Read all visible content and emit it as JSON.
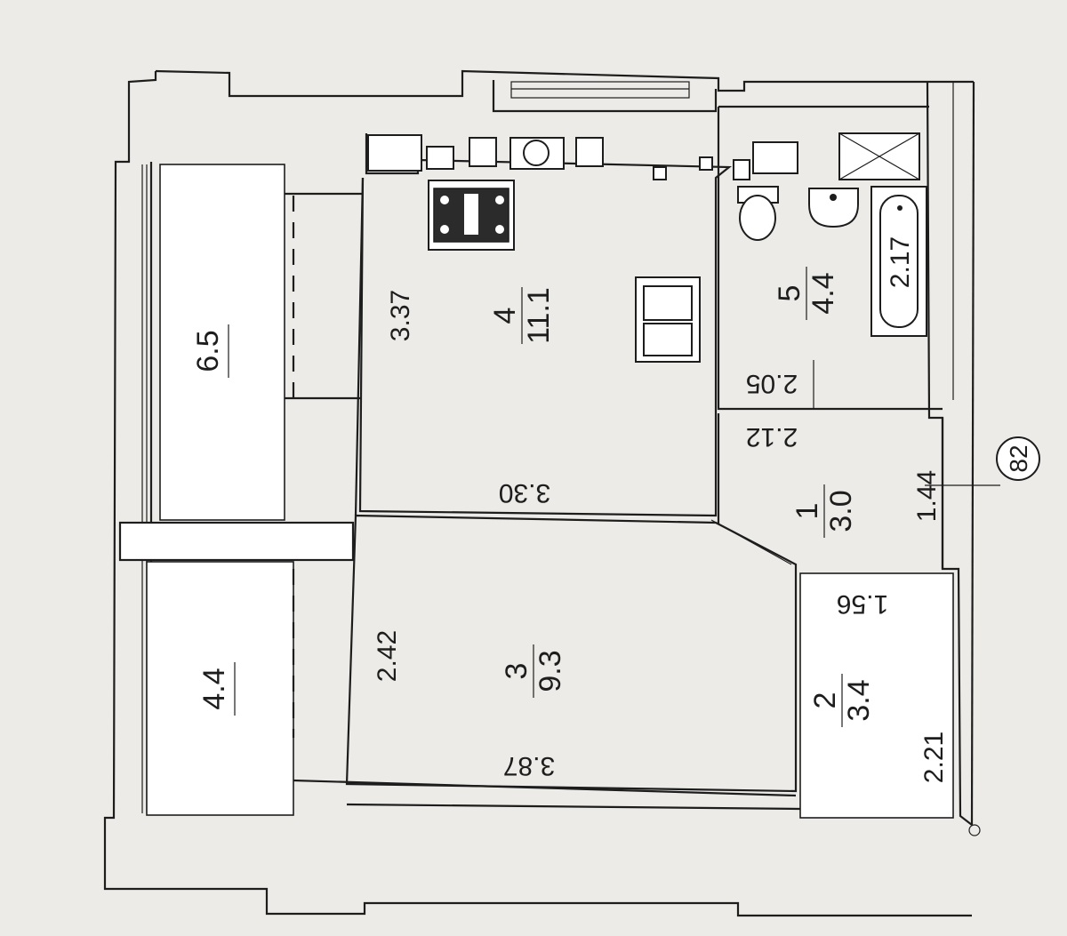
{
  "rooms": [
    {
      "id": "room-1",
      "number": "1",
      "area": "3.0"
    },
    {
      "id": "room-2",
      "number": "2",
      "area": "3.4"
    },
    {
      "id": "room-3",
      "number": "3",
      "area": "9.3"
    },
    {
      "id": "room-4",
      "number": "4",
      "area": "11.1"
    },
    {
      "id": "room-5",
      "number": "5",
      "area": "4.4"
    }
  ],
  "balconies": [
    {
      "id": "balcony-upper",
      "area": "6.5"
    },
    {
      "id": "balcony-lower",
      "area": "4.4"
    }
  ],
  "dimensions": {
    "kitchen_side": "3.37",
    "kitchen_width": "3.30",
    "bath_width": "2.05",
    "hall_width": "2.12",
    "hall_side": "1.44",
    "pantry_width": "1.56",
    "pantry_side": "2.21",
    "room_side": "2.42",
    "room_width": "3.87",
    "tub_length": "2.17"
  },
  "axis_marker": "82"
}
